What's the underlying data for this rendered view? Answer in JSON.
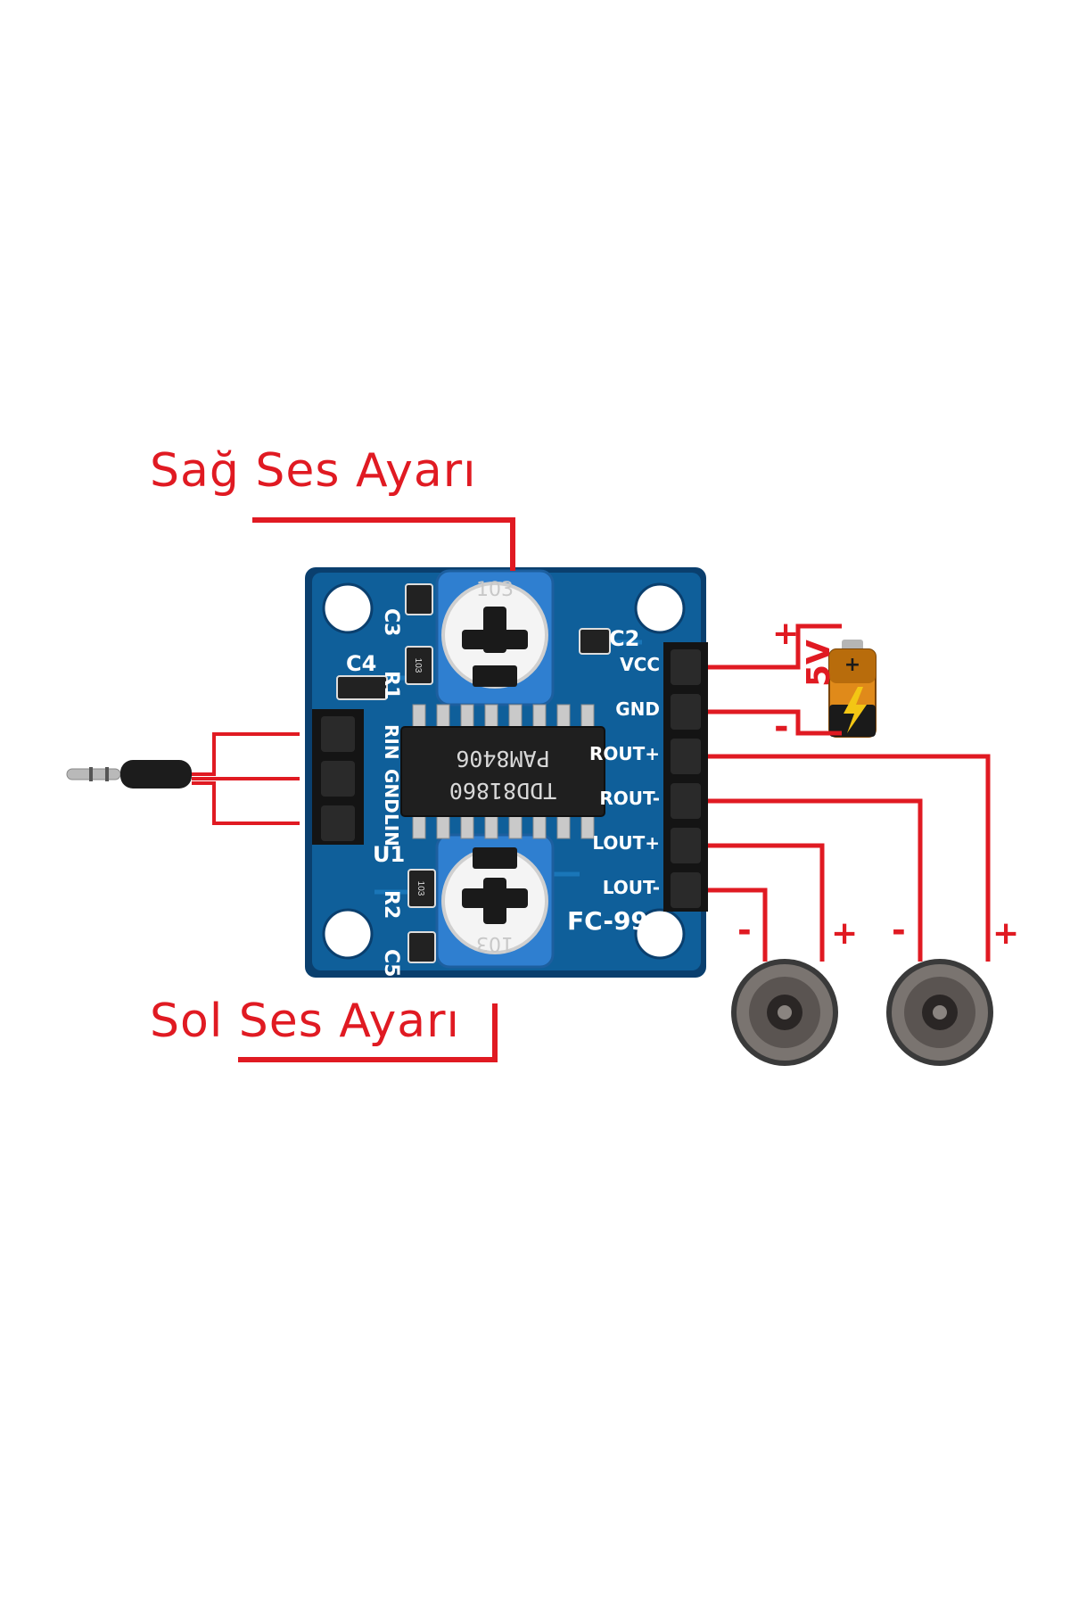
{
  "callouts": {
    "right_volume": "Sağ Ses Ayarı",
    "left_volume": "Sol Ses Ayarı"
  },
  "board": {
    "model": "FC-99",
    "chip_line1": "PAM8406",
    "chip_line2": "TDD81860",
    "pot_code": "103",
    "resistor_code": "103",
    "components": {
      "c2": "C2",
      "c3": "C3",
      "c4": "C4",
      "c5": "C5",
      "r1": "R1",
      "r2": "R2",
      "u1": "U1"
    },
    "input_pins": [
      "RIN",
      "GND",
      "LIN"
    ],
    "output_pins": [
      "VCC",
      "GND",
      "ROUT+",
      "ROUT-",
      "LOUT+",
      "LOUT-"
    ]
  },
  "battery": {
    "voltage": "5V",
    "plus": "+",
    "minus": "-"
  },
  "speaker_polarity": {
    "minus": "-",
    "plus": "+"
  },
  "colors": {
    "wire": "#e01a22",
    "pcb": "#0f5f9a",
    "pcb_dark": "#0a3f6e",
    "trimmer": "#2f7fd0"
  }
}
